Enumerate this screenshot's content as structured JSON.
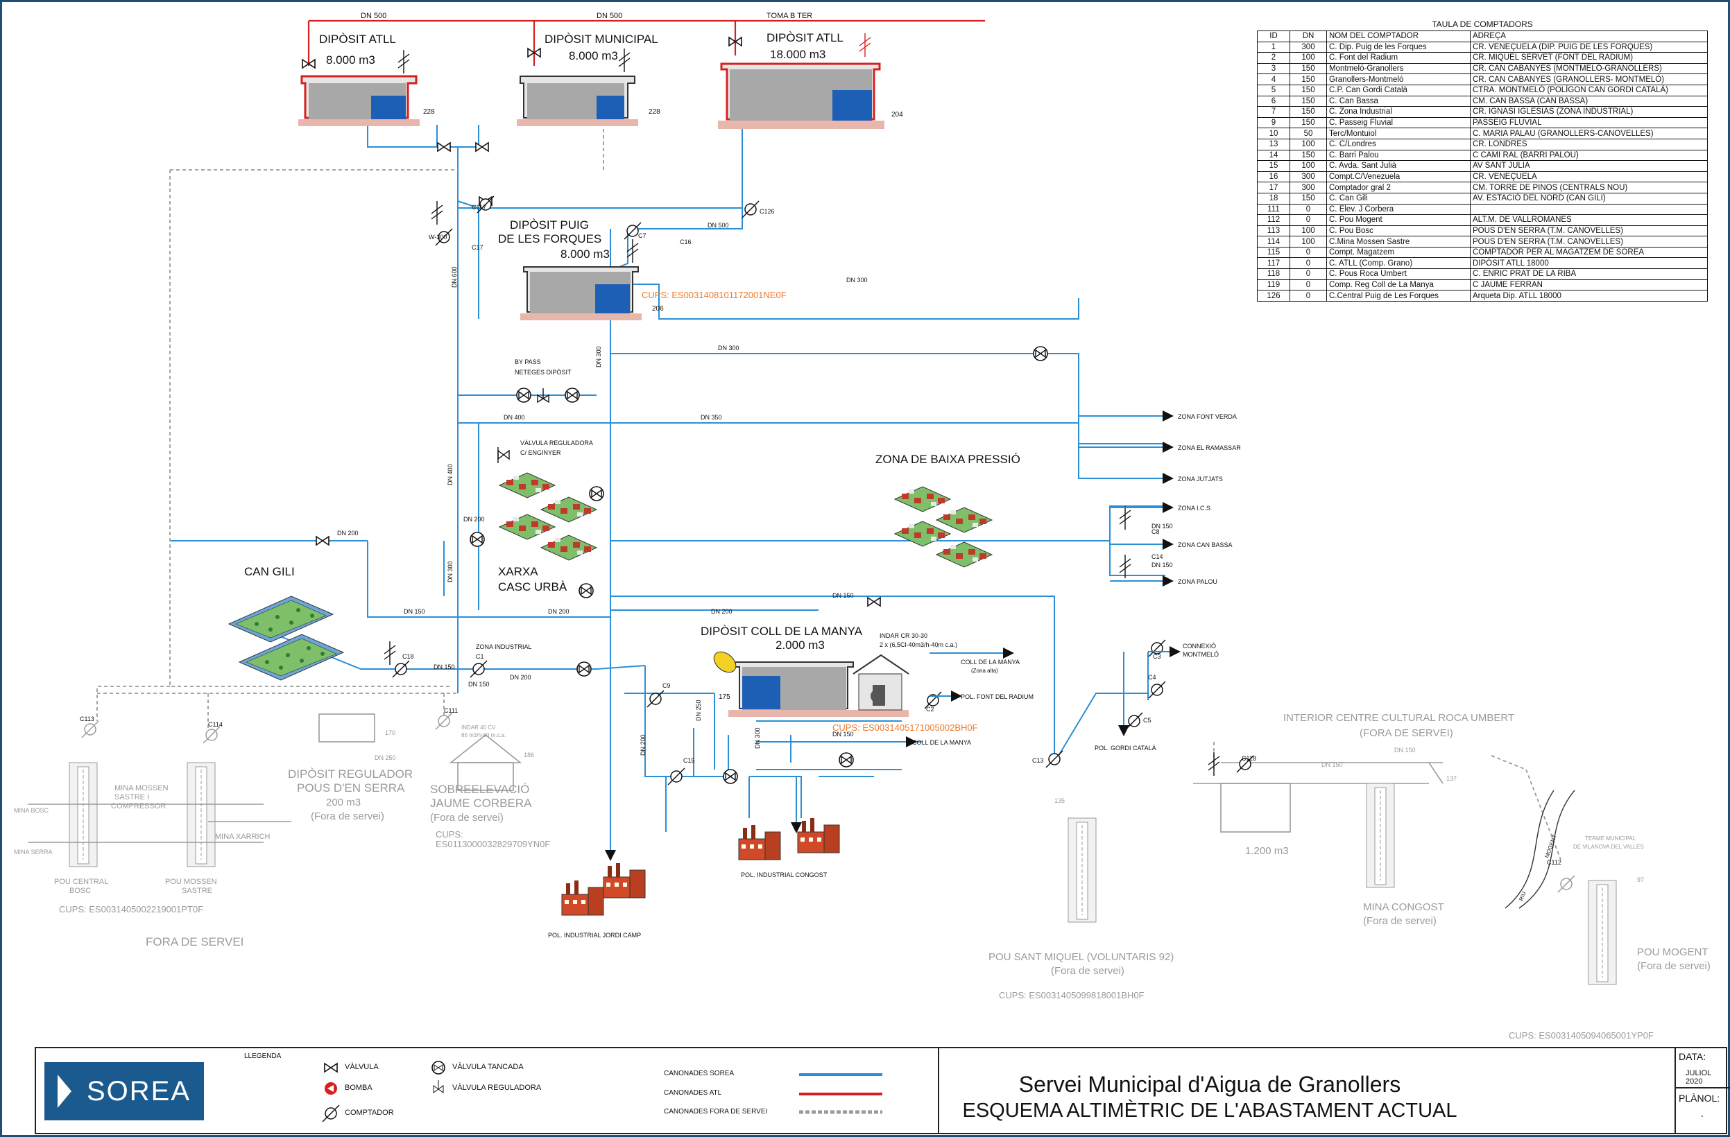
{
  "pipes_top": {
    "dn500_a": "DN 500",
    "dn500_b": "DN 500",
    "toma": "TOMA B TER"
  },
  "tanks": {
    "atll8_name": "DIPÒSIT ATLL",
    "atll8_vol": "8.000 m3",
    "atll8_lvl": "228",
    "mun_name": "DIPÒSIT MUNICIPAL",
    "mun_vol": "8.000 m3",
    "mun_lvl": "228",
    "atll18_name": "DIPÒSIT ATLL",
    "atll18_vol": "18.000 m3",
    "atll18_lvl": "204",
    "puig_name1": "DIPÒSIT PUIG",
    "puig_name2": "DE LES FORQUES",
    "puig_vol": "8.000 m3",
    "puig_lvl": "206",
    "puig_cups": "CUPS: ES0031408101172001NE0F",
    "coll_name": "DIPÒSIT COLL DE LA MANYA",
    "coll_vol": "2.000 m3",
    "coll_lvl": "175",
    "coll_cups": "CUPS: ES0031405171005002BH0F"
  },
  "labels": {
    "c117": "C117",
    "w300": "W-300",
    "c17": "C17",
    "c126": "C126",
    "c7": "C7",
    "c16": "C16",
    "dn500c": "DN 500",
    "dn300a": "DN 300",
    "dn600": "DN 600",
    "dn300b": "DN 300",
    "dn300c": "DN 300",
    "bypass1": "BY PASS",
    "bypass2": "NETEGES DIPÒSIT",
    "dn400a": "DN 400",
    "dn350": "DN 350",
    "valreg1": "VÀLVULA REGULADORA",
    "valreg2": "C/ ENGINYER",
    "dn400b": "DN 400",
    "dn200a": "DN 200",
    "dn200b": "DN 200",
    "dn300d": "DN 300",
    "xarxa1": "XARXA",
    "xarxa2": "CASC URBÀ",
    "dn200c": "DN 200",
    "dn150a": "DN 150",
    "baixa": "ZONA DE BAIXA PRESSIÓ",
    "z1": "ZONA FONT VERDA",
    "z2": "ZONA EL RAMASSAR",
    "z3": "ZONA JUTJATS",
    "z4": "ZONA I.C.S",
    "z5": "ZONA CAN BASSA",
    "z6": "ZONA PALOU",
    "c8": "C8",
    "dn150b": "DN 150",
    "c14": "C14",
    "dn150c": "DN 150",
    "dn150d": "DN 150",
    "dn200d": "DN 200",
    "cangili": "CAN GILI",
    "c18": "C18",
    "dn150e": "DN 150",
    "zonaind": "ZONA INDUSTRIAL",
    "c1": "C1",
    "dn150f": "DN 150",
    "dn200e": "DN 200",
    "c9": "C9",
    "dn200f": "DN 200",
    "dn250": "DN 250",
    "dn300e": "DN 300",
    "indar1": "INDAR CR 30-30",
    "indar2": "2 x (6,5Cl-40m3/h-40m c.a.)",
    "collm1": "COLL DE LA MANYA",
    "collm2": "(Zona alta)",
    "c2": "C2",
    "radium": "POL. FONT DEL RADIUM",
    "dn150g": "DN 150",
    "collm3": "COLL DE LA MANYA",
    "c15": "C15",
    "c13": "C13",
    "c3": "C3",
    "c4": "C4",
    "c5": "C5",
    "connmont1": "CONNEXIÓ",
    "connmont2": "MONTMELÓ",
    "gordi": "POL. GORDI CATALÀ",
    "poljordi": "POL. INDUSTRIAL JORDI CAMP",
    "polcongost": "POL. INDUSTRIAL CONGOST",
    "centre1": "INTERIOR CENTRE CULTURAL ROCA UMBERT",
    "centre2": "(FORA DE SERVEI)",
    "c118": "C118",
    "dn150h": "DN 150",
    "dn150i": "DN 150",
    "v1200": "1.200 m3",
    "l137": "137",
    "congost1": "MINA CONGOST",
    "congost2": "(Fora de servei)",
    "santmiq1": "POU SANT MIQUEL (VOLUNTARIS 92)",
    "santmiq2": "(Fora de servei)",
    "santmiq_cups": "CUPS: ES0031405099818001BH0F",
    "l135": "135",
    "mogent1": "POU MOGENT",
    "mogent2": "(Fora de servei)",
    "mogent_cups": "CUPS: ES0031405094065001YP0F",
    "terme1": "TERME MUNICIPAL",
    "terme2": "DE VILANOVA DEL VALLÈS",
    "c112": "C112",
    "l97": "97",
    "riu": "RIU",
    "mogent_r": "MOGENT",
    "c113": "C113",
    "c114": "C114",
    "c111": "C111",
    "l170": "170",
    "dn250b": "DN 250",
    "l186": "186",
    "minabosc": "MINA BOSC",
    "minaserra": "MINA SERRA",
    "minasastre1": "MINA MOSSEN",
    "minasastre2": "SASTRE I",
    "minasastre3": "COMPRESSOR",
    "minaxarr": "MINA XARRICH",
    "poubosc1": "POU CENTRAL",
    "poubosc2": "BOSC",
    "pousastre1": "POU MOSSEN",
    "pousastre2": "SASTRE",
    "bosc_cups": "CUPS: ES0031405002219001PT0F",
    "foraserv": "FORA DE SERVEI",
    "regpous1": "DIPÒSIT REGULADOR",
    "regpous2": "POUS D'EN SERRA",
    "regpous3": "200 m3",
    "regpous4": "(Fora de servei)",
    "sobre1": "SOBREELEVACIÓ",
    "sobre2": "JAUME CORBERA",
    "sobre3": "(Fora de servei)",
    "sobre4": "CUPS:",
    "sobre5": "ES0113000032829709YN0F",
    "indar40a": "INDAR 40 CV",
    "indar40b": "85 m3/h-80 m.c.a."
  },
  "meters_table": {
    "caption": "TAULA DE COMPTADORS",
    "headers": [
      "ID",
      "DN",
      "NOM DEL COMPTADOR",
      "ADREÇA"
    ],
    "rows": [
      [
        "1",
        "300",
        "C. Dip. Puig de les Forques",
        "CR. VENEÇUELA (DIP. PUIG DE LES FORQUES)"
      ],
      [
        "2",
        "100",
        "C. Font del Radium",
        "CR. MIQUEL SERVET (FONT DEL RADIUM)"
      ],
      [
        "3",
        "150",
        "Montmeló-Granollers",
        "CR. CAN CABANYES (MONTMELÓ-GRANOLLERS)"
      ],
      [
        "4",
        "150",
        "Granollers-Montmeló",
        "CR. CAN CABANYES (GRANOLLERS- MONTMELÓ)"
      ],
      [
        "5",
        "150",
        "C.P. Can Gordi Català",
        "CTRA. MONTMELÓ (POLÍGON CAN GORDI CATALÀ)"
      ],
      [
        "6",
        "150",
        "C. Can Bassa",
        "CM. CAN BASSA (CAN BASSA)"
      ],
      [
        "7",
        "150",
        "C. Zona Industrial",
        "CR. IGNASI IGLESIAS (ZONA INDUSTRIAL)"
      ],
      [
        "9",
        "150",
        "C. Passeig Fluvial",
        "PASSEIG FLUVIAL"
      ],
      [
        "10",
        "50",
        "Terc/Montuiol",
        "C. MARIA PALAU (GRANOLLERS-CANOVELLES)"
      ],
      [
        "13",
        "100",
        "C. C/Londres",
        "CR. LONDRES"
      ],
      [
        "14",
        "150",
        "C. Barri Palou",
        "C CAMI RAL (BARRI PALOU)"
      ],
      [
        "15",
        "100",
        "C. Avda. Sant Julià",
        "AV SANT JULIA"
      ],
      [
        "16",
        "300",
        "Compt.C/Venezuela",
        "CR. VENEÇUELA"
      ],
      [
        "17",
        "300",
        "Comptador gral 2",
        "CM. TORRE DE PINOS (CENTRALS NOU)"
      ],
      [
        "18",
        "150",
        "C. Can Gili",
        "AV. ESTACIÓ DEL NORD (CAN GILI)"
      ],
      [
        "111",
        "0",
        "C. Elev. J Corbera",
        ""
      ],
      [
        "112",
        "0",
        "C. Pou Mogent",
        "ALT.M. DE VALLROMANES"
      ],
      [
        "113",
        "100",
        "C. Pou Bosc",
        "POUS D'EN SERRA (T.M. CANOVELLES)"
      ],
      [
        "114",
        "100",
        "C.Mina Mossen Sastre",
        "POUS D'EN SERRA (T.M. CANOVELLES)"
      ],
      [
        "115",
        "0",
        "Compt. Magatzem",
        "COMPTADOR PER AL MAGATZEM DE SOREA"
      ],
      [
        "117",
        "0",
        "C. ATLL (Comp. Grano)",
        "DIPÒSIT ATLL 18000"
      ],
      [
        "118",
        "0",
        "C. Pous Roca Umbert",
        "C. ENRIC PRAT DE LA RIBA"
      ],
      [
        "119",
        "0",
        "Comp. Reg Coll de La Manya",
        "C JAUME FERRAN"
      ],
      [
        "126",
        "0",
        "C.Central Puig de Les Forques",
        "Arqueta Dip. ATLL 18000"
      ]
    ]
  },
  "legend": {
    "title": "LLEGENDA",
    "valvula": "VÀLVULA",
    "tancada": "VÀLVULA TANCADA",
    "bomba": "BOMBA",
    "reguladora": "VÀLVULA REGULADORA",
    "comptador": "COMPTADOR",
    "pipe_sorea": "CANONADES SOREA",
    "pipe_atl": "CANONADES ATL",
    "pipe_fora": "CANONADES FORA DE SERVEI"
  },
  "footer": {
    "logo": "SOREA",
    "title1": "Servei Municipal d'Aigua de Granollers",
    "title2": "ESQUEMA ALTIMÈTRIC DE L'ABASTAMENT ACTUAL",
    "data_label": "DATA:",
    "data_value": "JULIOL 2020",
    "planol_label": "PLÀNOL:",
    "planol_value": "-"
  },
  "colors": {
    "sorea": "#2a8fd6",
    "atl": "#d62020",
    "fora": "#9a9a9a",
    "cups": "#ef7a2c"
  }
}
